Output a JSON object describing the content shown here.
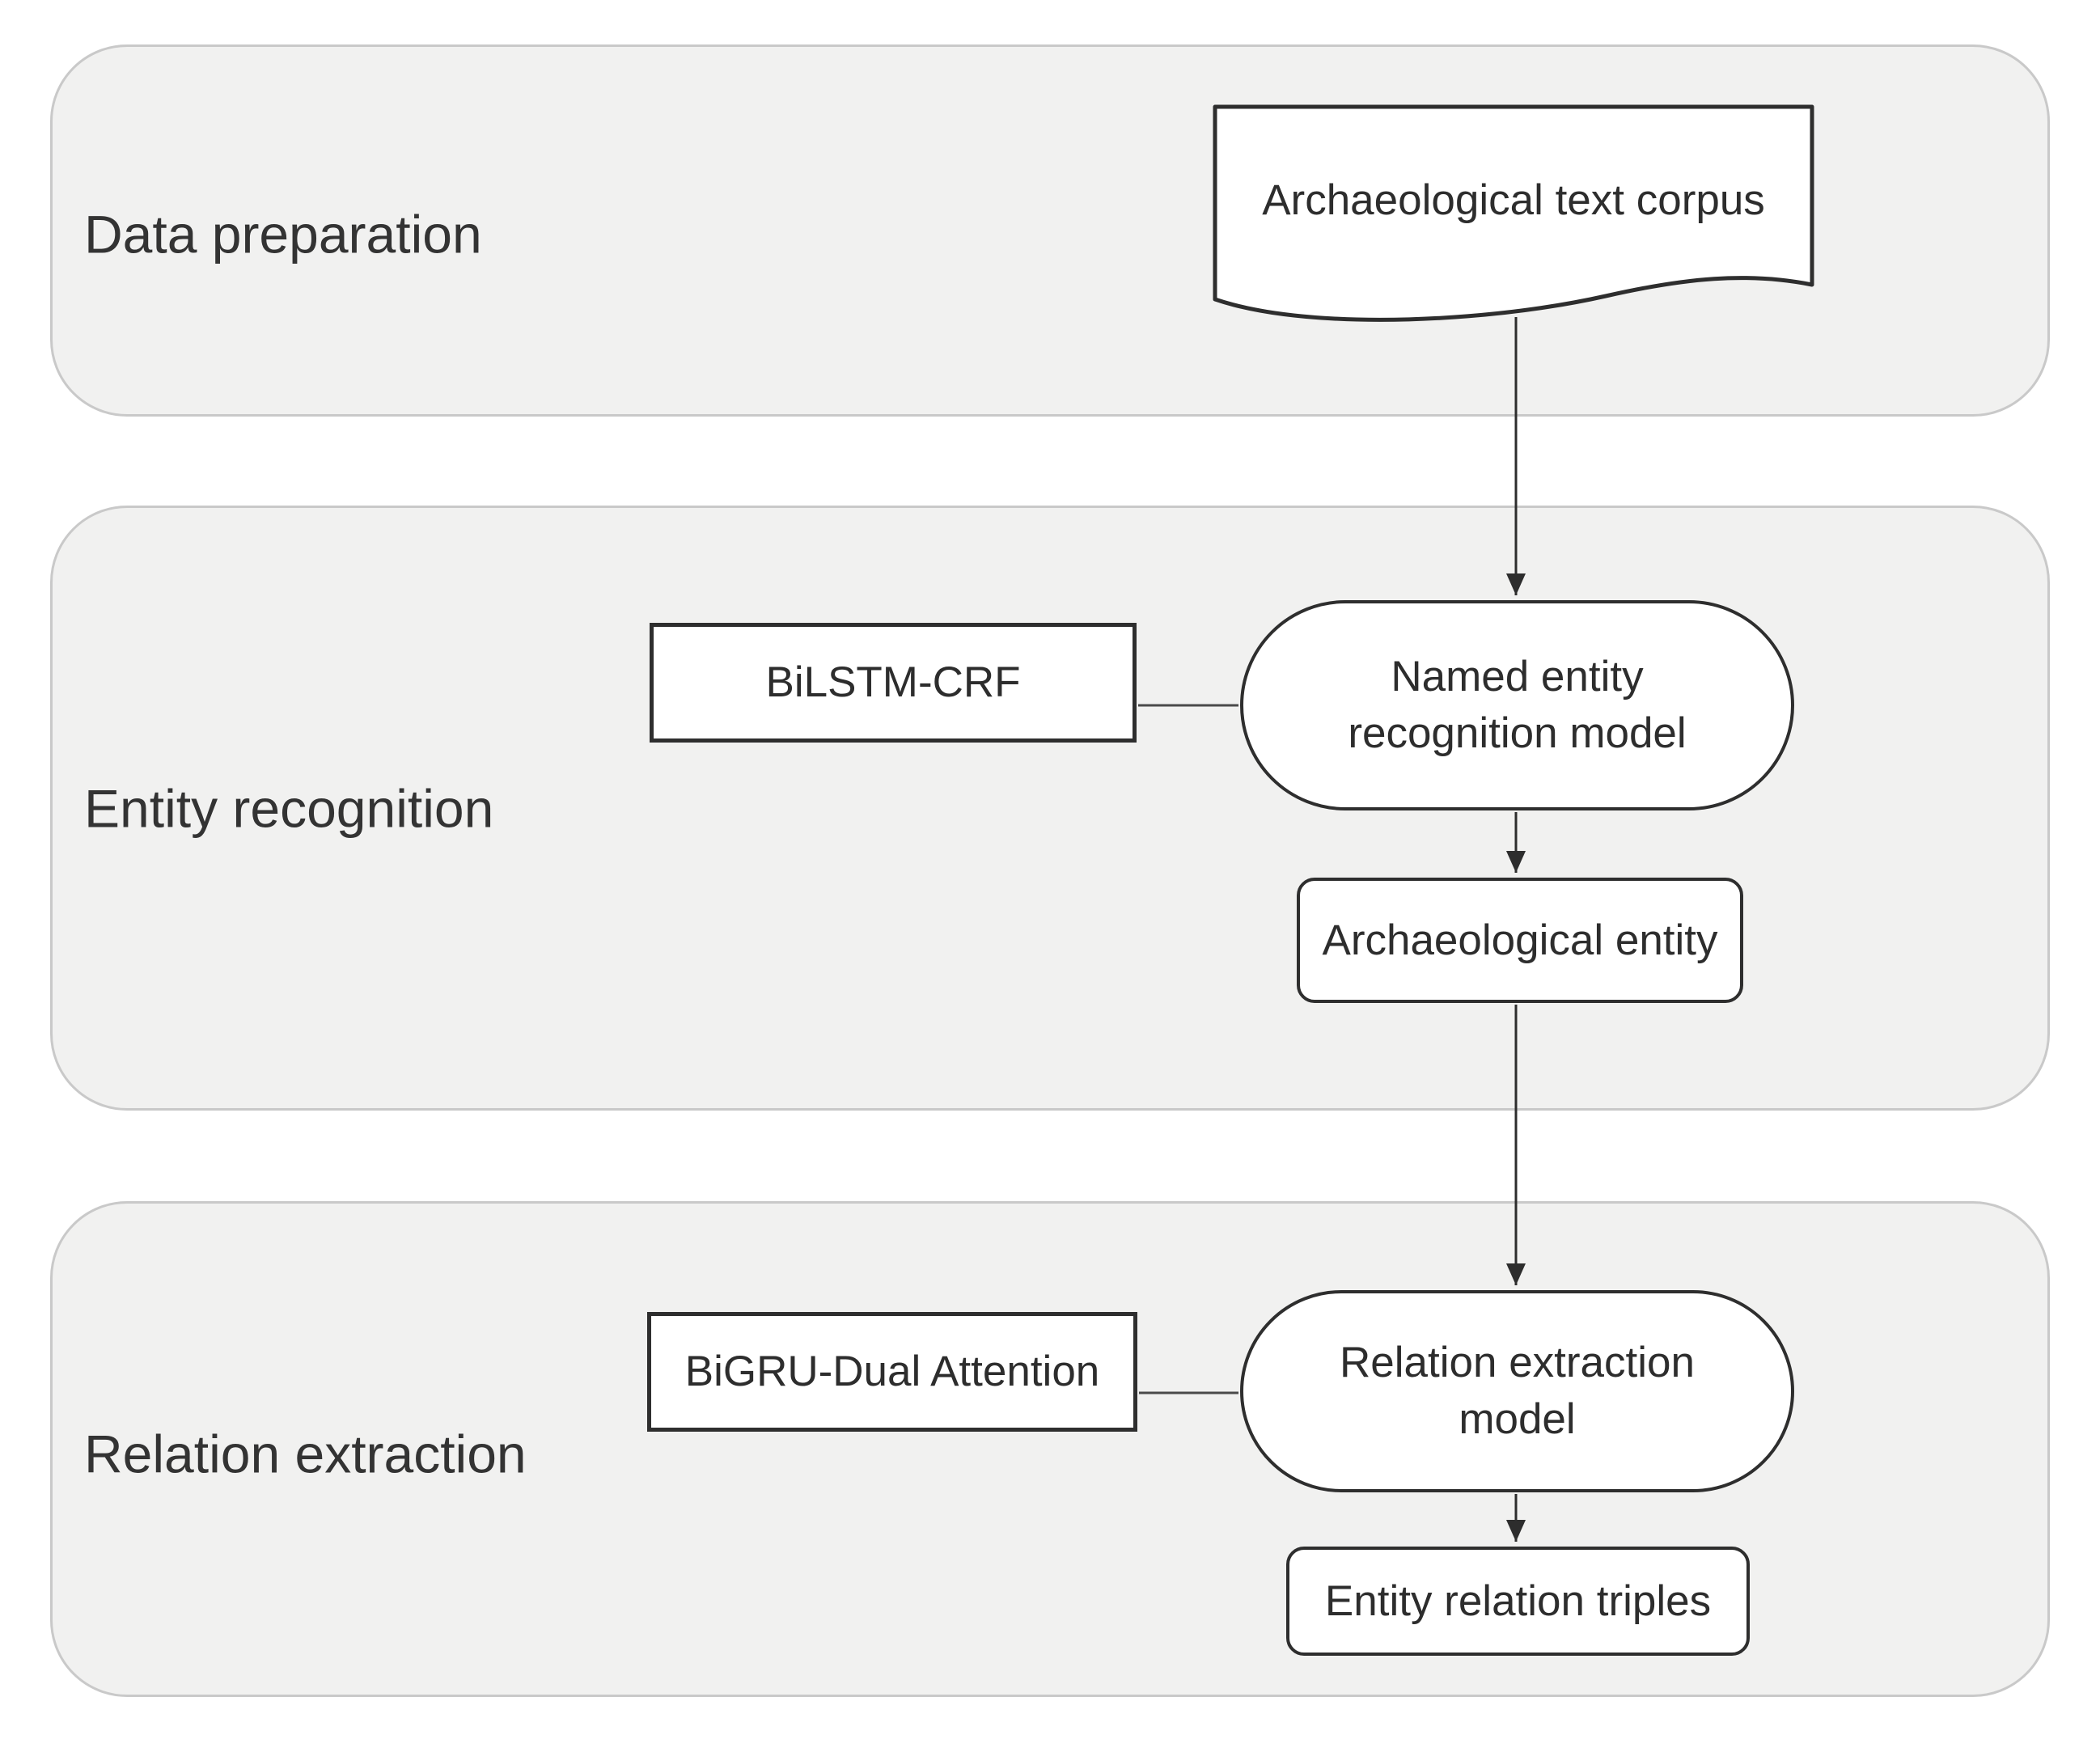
{
  "figure": {
    "type": "flowchart",
    "sections": [
      {
        "id": "data-preparation",
        "label": "Data preparation"
      },
      {
        "id": "entity-recognition",
        "label": "Entity recognition"
      },
      {
        "id": "relation-extraction",
        "label": "Relation extraction"
      }
    ],
    "nodes": {
      "corpus": {
        "label": "Archaeological text corpus",
        "shape": "document",
        "section": "data-preparation"
      },
      "bilstm": {
        "label": "BiLSTM-CRF",
        "shape": "process-rect",
        "section": "entity-recognition"
      },
      "ner_model": {
        "label": "Named entity recognition model",
        "shape": "stadium",
        "section": "entity-recognition"
      },
      "entity": {
        "label": "Archaeological entity",
        "shape": "rounded-rect",
        "section": "entity-recognition"
      },
      "bigru": {
        "label": "BiGRU-Dual Attention",
        "shape": "process-rect",
        "section": "relation-extraction"
      },
      "re_model": {
        "label": "Relation extraction model",
        "shape": "stadium",
        "section": "relation-extraction"
      },
      "triples": {
        "label": "Entity relation triples",
        "shape": "rounded-rect",
        "section": "relation-extraction"
      }
    },
    "edges": [
      {
        "from": "corpus",
        "to": "ner_model",
        "type": "arrow"
      },
      {
        "from": "bilstm",
        "to": "ner_model",
        "type": "plain-line"
      },
      {
        "from": "ner_model",
        "to": "entity",
        "type": "arrow"
      },
      {
        "from": "entity",
        "to": "re_model",
        "type": "arrow"
      },
      {
        "from": "bigru",
        "to": "re_model",
        "type": "plain-line"
      },
      {
        "from": "re_model",
        "to": "triples",
        "type": "arrow"
      }
    ],
    "colors": {
      "page_background": "#ffffff",
      "panel_fill": "#f1f1f0",
      "panel_border": "#c9c9c9",
      "node_fill": "#ffffff",
      "node_border": "#2e2e2e",
      "text": "#2d2d2d",
      "arrow": "#2d2d2d"
    }
  }
}
